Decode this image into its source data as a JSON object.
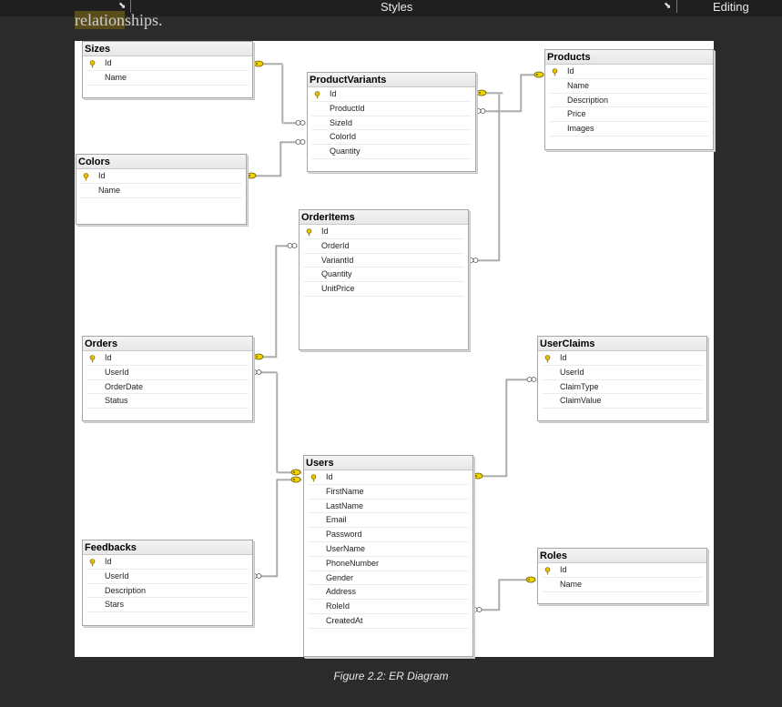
{
  "topbar": {
    "styles_label": "Styles",
    "editing_label": "Editing"
  },
  "peek_text": {
    "highlighted": "relation",
    "rest": "ships."
  },
  "caption": "Figure 2.2: ER Diagram",
  "tables": {
    "sizes": {
      "name": "Sizes",
      "columns": [
        "Id",
        "Name"
      ]
    },
    "colors": {
      "name": "Colors",
      "columns": [
        "Id",
        "Name"
      ]
    },
    "product_variants": {
      "name": "ProductVariants",
      "columns": [
        "Id",
        "ProductId",
        "SizeId",
        "ColorId",
        "Quantity"
      ]
    },
    "products": {
      "name": "Products",
      "columns": [
        "Id",
        "Name",
        "Description",
        "Price",
        "Images"
      ]
    },
    "order_items": {
      "name": "OrderItems",
      "columns": [
        "Id",
        "OrderId",
        "VariantId",
        "Quantity",
        "UnitPrice"
      ]
    },
    "orders": {
      "name": "Orders",
      "columns": [
        "Id",
        "UserId",
        "OrderDate",
        "Status"
      ]
    },
    "user_claims": {
      "name": "UserClaims",
      "columns": [
        "Id",
        "UserId",
        "ClaimType",
        "ClaimValue"
      ]
    },
    "users": {
      "name": "Users",
      "columns": [
        "Id",
        "FirstName",
        "LastName",
        "Email",
        "Password",
        "UserName",
        "PhoneNumber",
        "Gender",
        "Address",
        "RoleId",
        "CreatedAt"
      ]
    },
    "feedbacks": {
      "name": "Feedbacks",
      "columns": [
        "Id",
        "UserId",
        "Description",
        "Stars"
      ]
    },
    "roles": {
      "name": "Roles",
      "columns": [
        "Id",
        "Name"
      ]
    }
  },
  "primary_key_icon": "key-icon",
  "relationship_end_icons": {
    "one": "key-icon",
    "many": "infinity-icon"
  }
}
